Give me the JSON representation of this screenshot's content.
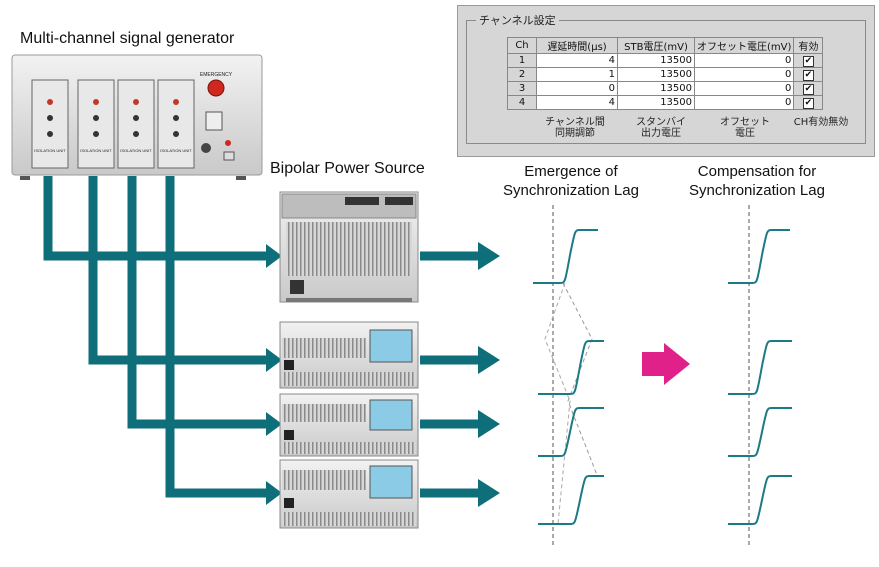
{
  "labels": {
    "generator": "Multi-channel signal generator",
    "power_source": "Bipolar Power Source",
    "emergence": [
      "Emergence of",
      "Synchronization Lag"
    ],
    "compensation": [
      "Compensation for",
      "Synchronization Lag"
    ]
  },
  "device_text": {
    "emergency": "EMERGENCY",
    "module": "ISOLATION UNIT"
  },
  "panel": {
    "title": "チャンネル設定",
    "columns": [
      "Ch",
      "遅延時間(μs)",
      "STB電圧(mV)",
      "オフセット電圧(mV)",
      "有効"
    ],
    "rows": [
      {
        "ch": "1",
        "delay": "4",
        "stb": "13500",
        "offset": "0",
        "enabled": "✔"
      },
      {
        "ch": "2",
        "delay": "1",
        "stb": "13500",
        "offset": "0",
        "enabled": "✔"
      },
      {
        "ch": "3",
        "delay": "0",
        "stb": "13500",
        "offset": "0",
        "enabled": "✔"
      },
      {
        "ch": "4",
        "delay": "4",
        "stb": "13500",
        "offset": "0",
        "enabled": "✔"
      }
    ],
    "footer": {
      "sync": [
        "チャンネル間",
        "同期調節"
      ],
      "standby": [
        "スタンバイ",
        "出力電圧"
      ],
      "offset": [
        "オフセット",
        "電圧"
      ],
      "enable": [
        "CH有効無効"
      ]
    }
  },
  "colors": {
    "arrow": "#0e6e7a",
    "curve": "#1b7a86",
    "compensation_arrow": "#e0218a",
    "dashed_guide": "#555555"
  }
}
